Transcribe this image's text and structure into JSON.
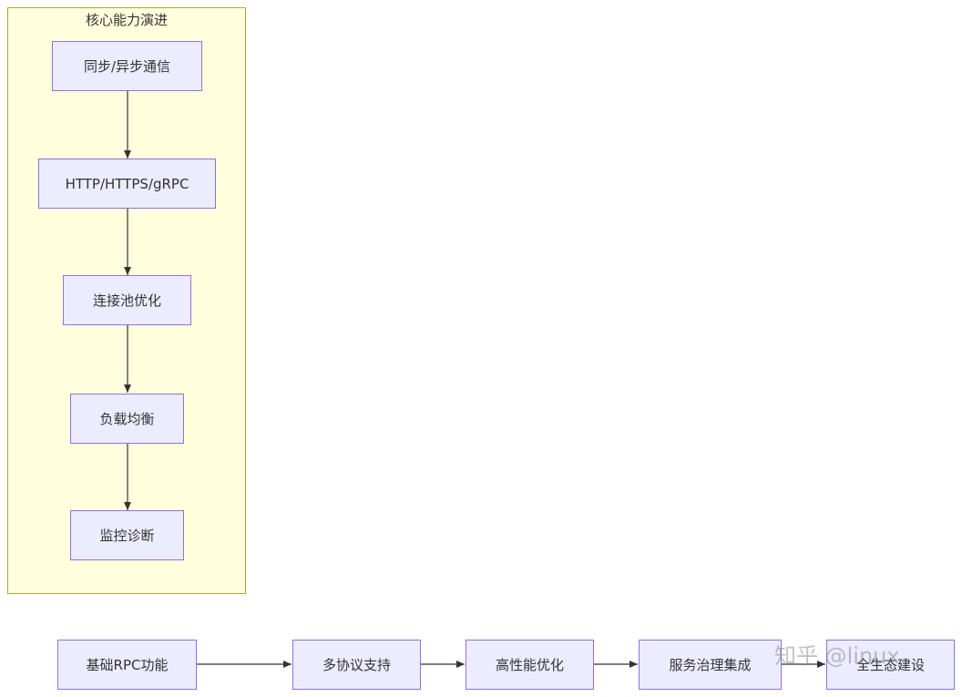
{
  "cluster": {
    "title": "核心能力演进"
  },
  "nodes": {
    "sync_async": "同步/异步通信",
    "http": "HTTP/HTTPS/gRPC",
    "pool": "连接池优化",
    "lb": "负载均衡",
    "monitor": "监控诊断",
    "basic_rpc": "基础RPC功能",
    "multi_protocol": "多协议支持",
    "high_perf": "高性能优化",
    "governance": "服务治理集成",
    "ecosystem": "全生态建设"
  },
  "watermark": "知乎 @linux",
  "colors": {
    "node_fill": "#ececff",
    "node_border": "#9370db",
    "cluster_fill": "#ffffde",
    "cluster_border": "#aaaa33",
    "edge": "#333333"
  }
}
